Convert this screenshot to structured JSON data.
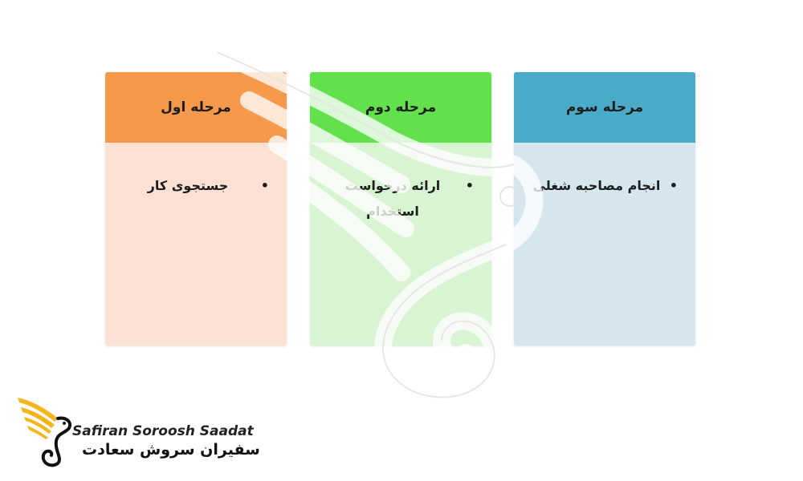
{
  "stages": [
    {
      "title": "مرحله اول",
      "items": [
        "جستجوی کار"
      ],
      "header_color": "#f7994a",
      "body_color": "#fce0d4"
    },
    {
      "title": "مرحله دوم",
      "items": [
        "ارائه درخواست استخدام"
      ],
      "header_color": "#62e14d",
      "body_color": "#d9f4d3"
    },
    {
      "title": "مرحله سوم",
      "items": [
        "انجام مصاحبه شغلی"
      ],
      "header_color": "#4aabc9",
      "body_color": "#d6e6ee"
    }
  ],
  "logo": {
    "name_en": "Safiran Soroosh Saadat",
    "name_fa": "سفیران سروش سعادت",
    "icon": "golden-wing-icon",
    "accent_color": "#f2b51c"
  },
  "watermark": {
    "icon": "wing-watermark-icon"
  }
}
